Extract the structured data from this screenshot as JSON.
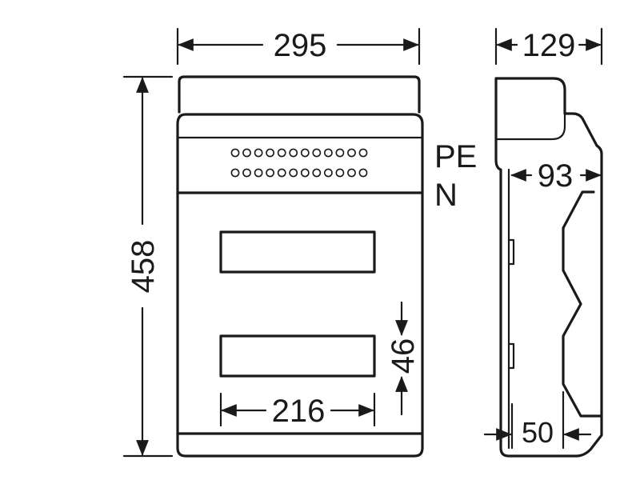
{
  "dimensions": {
    "front_width": "295",
    "front_height": "458",
    "window_width": "216",
    "window_height": "46",
    "side_depth": "129",
    "side_depth_inner": "93",
    "side_offset": "50"
  },
  "labels": {
    "pe": "PE",
    "n": "N"
  },
  "terminal_rows": {
    "pe_count": 12,
    "n_count": 12
  },
  "colors": {
    "line": "#1a1a1a",
    "background": "#ffffff"
  }
}
